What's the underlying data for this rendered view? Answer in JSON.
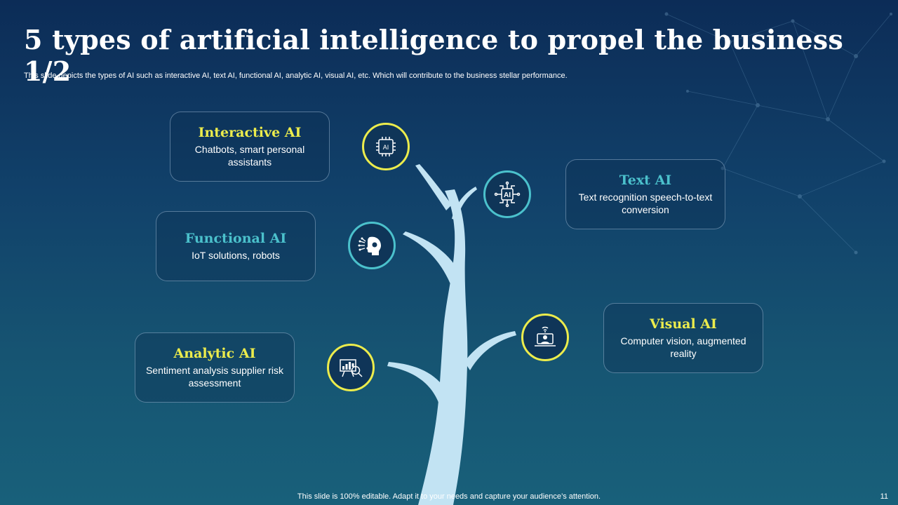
{
  "title": "5 types of artificial intelligence to propel the business 1/2",
  "subtitle": "This slide depicts the types of AI such as interactive AI, text AI, functional AI, analytic AI, visual AI, etc. Which will contribute to the business stellar performance.",
  "cards": {
    "interactive": {
      "title": "Interactive AI",
      "desc": "Chatbots, smart personal assistants",
      "icon": "chip-icon"
    },
    "text": {
      "title": "Text AI",
      "desc": "Text recognition speech-to-text conversion",
      "icon": "ai-circuit-icon"
    },
    "functional": {
      "title": "Functional AI",
      "desc": "IoT solutions, robots",
      "icon": "ai-head-icon"
    },
    "analytic": {
      "title": "Analytic AI",
      "desc": "Sentiment analysis supplier risk assessment",
      "icon": "chart-magnifier-icon"
    },
    "visual": {
      "title": "Visual AI",
      "desc": "Computer vision, augmented reality",
      "icon": "laptop-vision-icon"
    }
  },
  "chip_label": "AI",
  "footer": "This slide is 100% editable. Adapt it to your needs and capture your audience’s attention.",
  "page_number": "11",
  "colors": {
    "accent_yellow": "#ecec4c",
    "accent_teal": "#4bc1cc",
    "tree": "#c2e3f3"
  }
}
